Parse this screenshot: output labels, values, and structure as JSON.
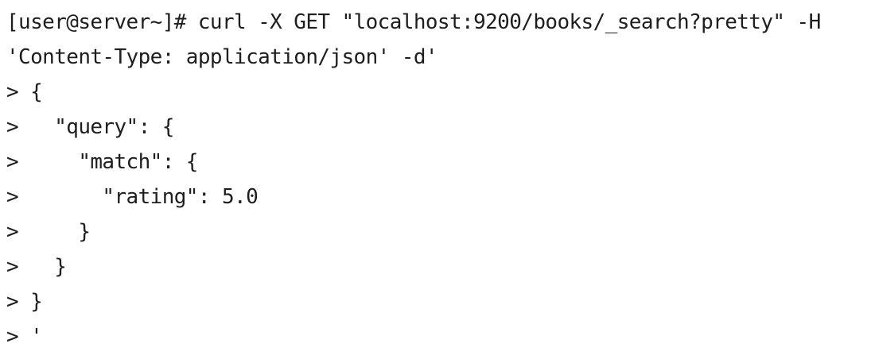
{
  "terminal": {
    "lines": [
      "[user@server~]# curl -X GET \"localhost:9200/books/_search?pretty\" -H",
      "'Content-Type: application/json' -d'",
      "> {",
      ">   \"query\": {",
      ">     \"match\": {",
      ">       \"rating\": 5.0",
      ">     }",
      ">   }",
      "> }",
      "> '"
    ]
  },
  "colors": {
    "background": "#ffffff",
    "text": "#1e1e1e"
  }
}
